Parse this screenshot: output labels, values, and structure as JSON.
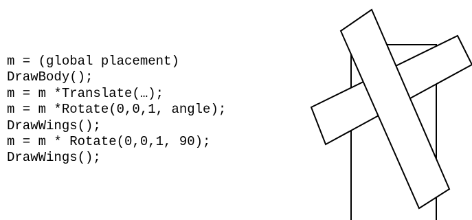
{
  "code": {
    "lines": [
      "m = (global placement)",
      "DrawBody();",
      "m = m *Translate(…);",
      "m = m *Rotate(0,0,1, angle);",
      "DrawWings();",
      "m = m * Rotate(0,0,1, 90);",
      "DrawWings();"
    ]
  },
  "figure": {
    "stroke_color": "#000000",
    "fill_color": "#ffffff",
    "parts": [
      "windmill-body",
      "windmill-wing-1",
      "windmill-wing-2"
    ]
  }
}
